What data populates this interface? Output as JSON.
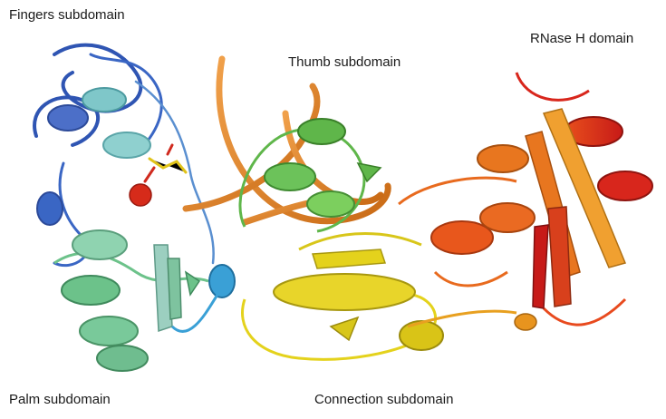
{
  "labels": {
    "fingers": "Fingers subdomain",
    "thumb": "Thumb subdomain",
    "rnase": "RNase H domain",
    "palm": "Palm subdomain",
    "connection": "Connection subdomain"
  },
  "colors": {
    "fingers": "#2f55b3",
    "fingers_light": "#7fc7c9",
    "palm": "#6cc28a",
    "palm_light": "#8fd3b0",
    "thumb": "#5fb64a",
    "connection": "#e4d21c",
    "rnase_orange": "#e86a1e",
    "rnase_red": "#d8261c",
    "nucleic_acid": "#e88a23",
    "coil_blue": "#3aa0d6"
  }
}
